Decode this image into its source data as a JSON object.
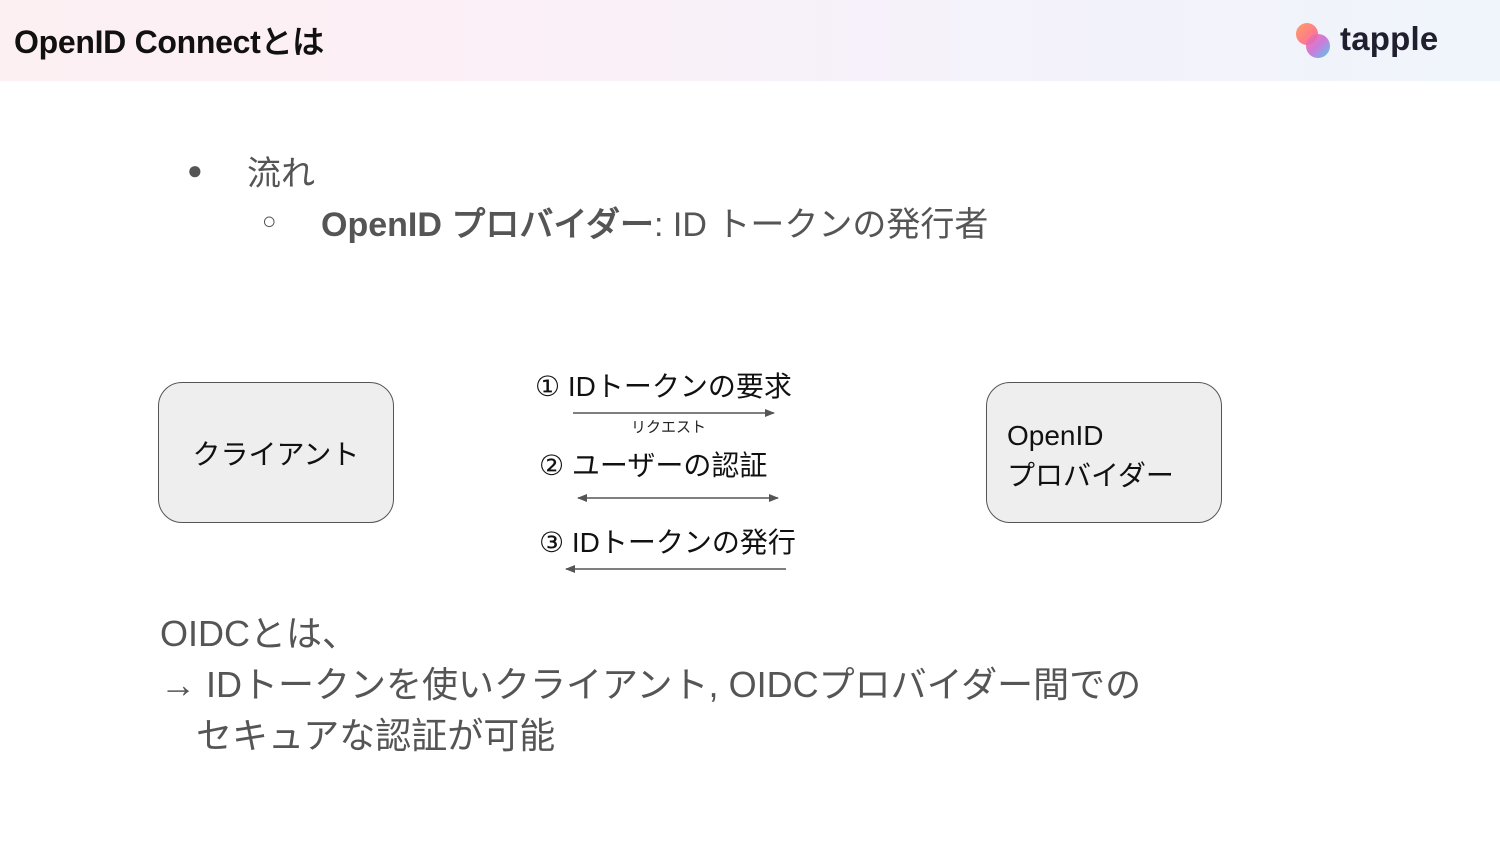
{
  "header": {
    "title": "OpenID Connectとは",
    "logo_text": "tapple",
    "background_colors": [
      "#fdf0f3",
      "#f0f4fb"
    ]
  },
  "bullets": {
    "level1": {
      "marker": "●",
      "text": "流れ"
    },
    "level2": {
      "marker": "○",
      "term": "OpenID プロバイダー",
      "rest": ": ID トークンの発行者"
    }
  },
  "diagram": {
    "client_box": "クライアント",
    "provider_box": {
      "line1": "OpenID",
      "line2": "プロバイダー"
    },
    "steps": [
      {
        "label": "① IDトークンの要求",
        "sublabel": "リクエスト",
        "direction": "right"
      },
      {
        "label": "② ユーザーの認証",
        "direction": "both"
      },
      {
        "label": "③ IDトークンの発行",
        "direction": "left"
      }
    ],
    "arrow_color": "#555555"
  },
  "summary": {
    "line1": "OIDCとは、",
    "line2": "→ IDトークンを使いクライアント, OIDCプロバイダー間での",
    "line3": "　セキュアな認証が可能"
  }
}
